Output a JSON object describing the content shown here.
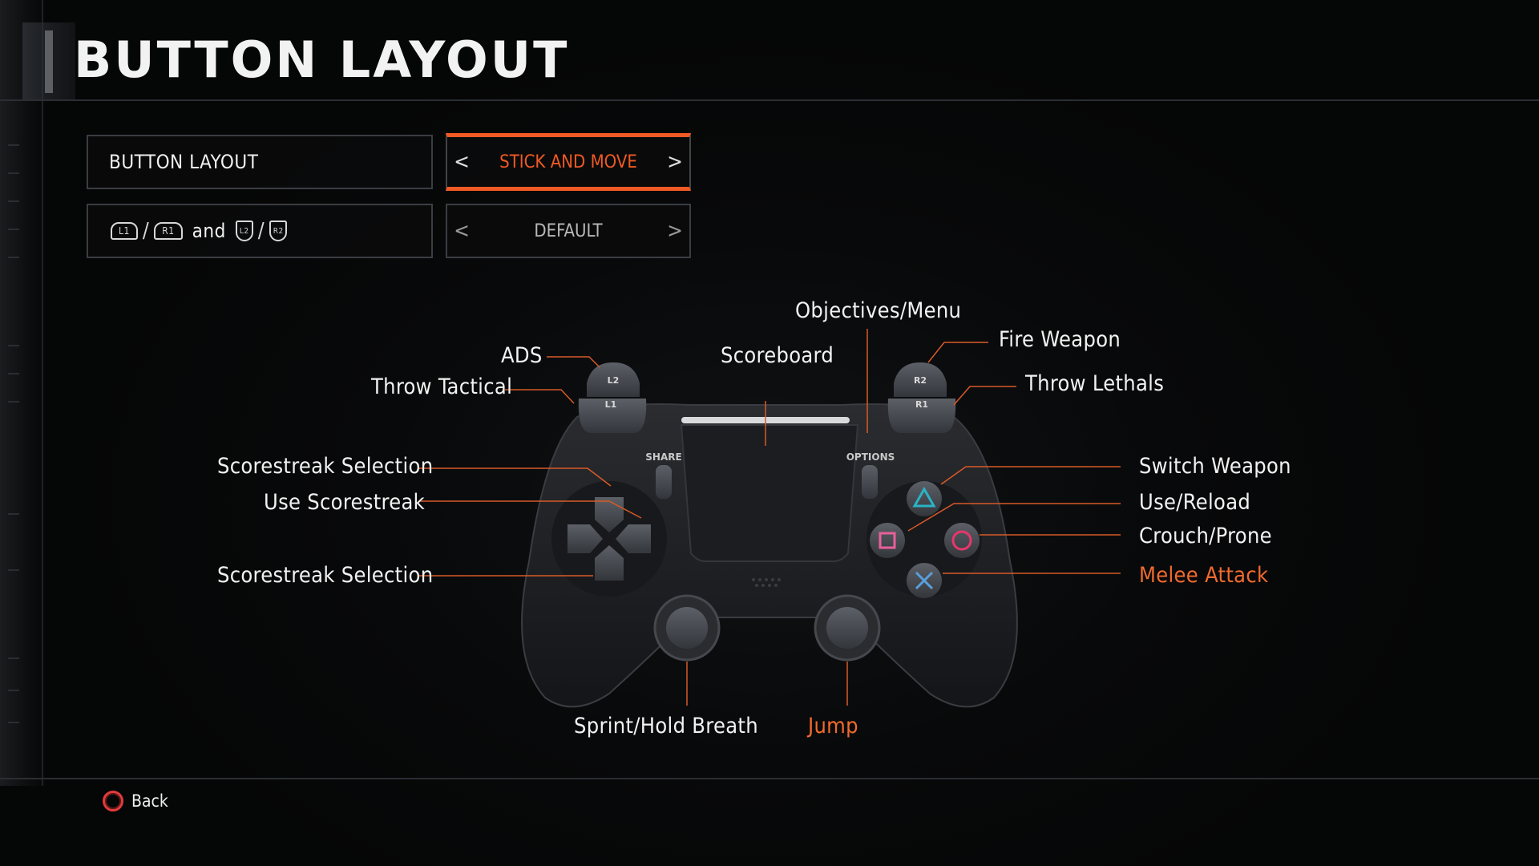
{
  "page": {
    "title": "BUTTON LAYOUT"
  },
  "options": {
    "row1": {
      "label": "BUTTON LAYOUT",
      "value": "STICK AND MOVE"
    },
    "row2": {
      "glyph_l1": "L1",
      "glyph_r1": "R1",
      "conj": "and",
      "glyph_l2": "L2",
      "glyph_r2": "R2",
      "slash": "/",
      "value": "DEFAULT"
    },
    "arrow_left": "<",
    "arrow_right": ">"
  },
  "controller": {
    "share": "SHARE",
    "options": "OPTIONS",
    "l1": "L1",
    "l2": "L2",
    "r1": "R1",
    "r2": "R2"
  },
  "callouts": {
    "objectives": "Objectives/Menu",
    "fire_weapon": "Fire Weapon",
    "throw_lethals": "Throw Lethals",
    "ads": "ADS",
    "throw_tactical": "Throw Tactical",
    "scoreboard": "Scoreboard",
    "scorestreak_selection_up": "Scorestreak Selection",
    "use_scorestreak": "Use Scorestreak",
    "scorestreak_selection_down": "Scorestreak Selection",
    "switch_weapon": "Switch Weapon",
    "use_reload": "Use/Reload",
    "crouch_prone": "Crouch/Prone",
    "melee_attack": "Melee Attack",
    "sprint": "Sprint/Hold Breath",
    "jump": "Jump"
  },
  "footer": {
    "back_label": "Back"
  },
  "colors": {
    "accent": "#f05a24",
    "triangle": "#2ab3c6",
    "circle": "#e8366e",
    "square": "#e8609a",
    "cross": "#5a9fdc",
    "back_circle": "#e33b3b"
  }
}
